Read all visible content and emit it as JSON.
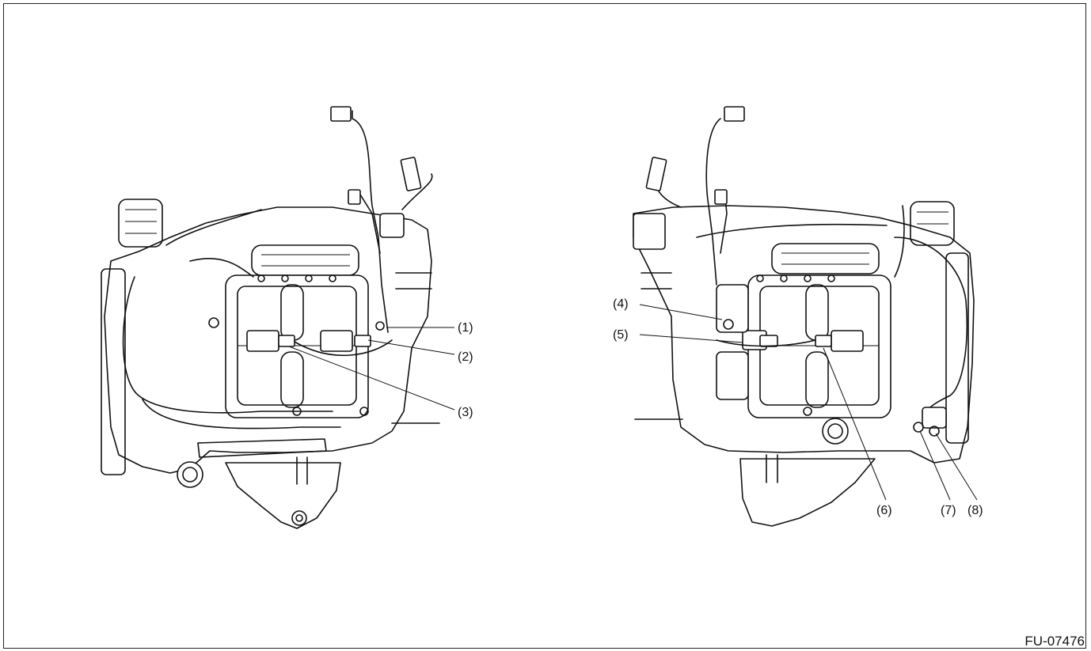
{
  "figure_code": "FU-07476",
  "callouts": [
    {
      "id": "c1",
      "text": "(1)"
    },
    {
      "id": "c2",
      "text": "(2)"
    },
    {
      "id": "c3",
      "text": "(3)"
    },
    {
      "id": "c4",
      "text": "(4)"
    },
    {
      "id": "c5",
      "text": "(5)"
    },
    {
      "id": "c6",
      "text": "(6)"
    },
    {
      "id": "c7",
      "text": "(7)"
    },
    {
      "id": "c8",
      "text": "(8)"
    }
  ]
}
